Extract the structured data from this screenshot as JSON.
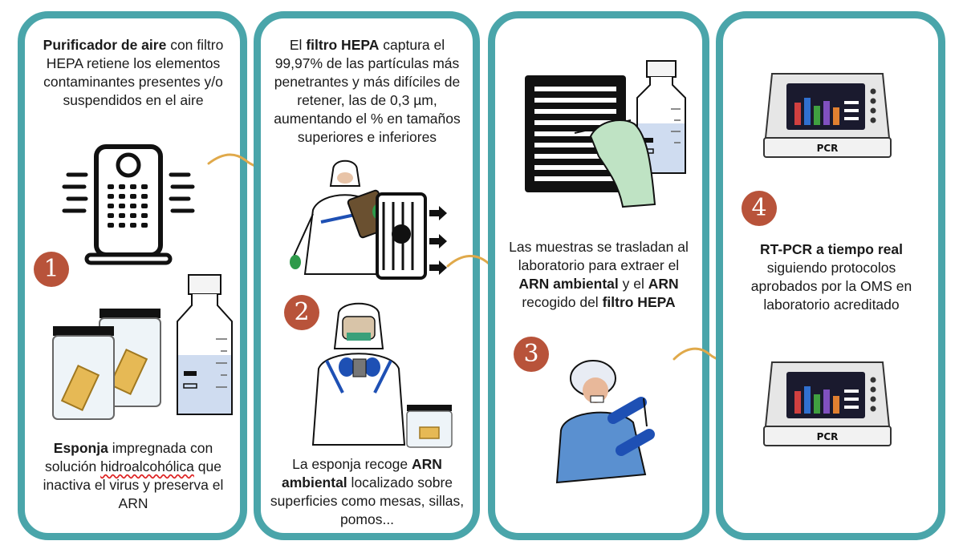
{
  "steps": [
    {
      "number": "1",
      "top_text": {
        "bold": "Purificador de aire",
        "rest": " con filtro HEPA retiene los elementos contaminantes presentes y/o suspendidos en el aire"
      },
      "bottom_text": {
        "bold": "Esponja",
        "part1": " impregnada con solución ",
        "underlined": "hidroalcohólica",
        "part2": " que inactiva el virus y preserva el ARN"
      }
    },
    {
      "number": "2",
      "top_text": {
        "pre": "El ",
        "bold": "filtro HEPA",
        "rest": " captura el 99,97% de las partículas más penetrantes y más difíciles de retener, las de 0,3 µm, aumentando el % en tamaños superiores e inferiores"
      },
      "bottom_text": {
        "pre": "La esponja recoge ",
        "bold": "ARN ambiental",
        "rest": " localizado sobre superficies como mesas, sillas, pomos..."
      }
    },
    {
      "number": "3",
      "text": {
        "pre": "Las muestras se trasladan al laboratorio para extraer el ",
        "bold1": "ARN ambiental",
        "mid": " y el ",
        "bold2": "ARN",
        "mid2": " recogido del ",
        "bold3": "filtro HEPA"
      }
    },
    {
      "number": "4",
      "text": {
        "bold": "RT-PCR a tiempo real",
        "rest": " siguiendo protocolos aprobados por la OMS en laboratorio acreditado"
      },
      "device_label": "PCR"
    }
  ],
  "colors": {
    "border": "#4aa5aa",
    "number_badge": "#b8533a",
    "arrow": "#e0a94a",
    "glove_green": "#2e9a4a",
    "glove_blue": "#1e50b4",
    "suit_blue": "#5a90d0"
  },
  "icons": [
    "air-purifier-icon",
    "ziplock-bag-icon",
    "lab-bottle-icon",
    "hazmat-worker-icon",
    "hepa-filter-icon",
    "lab-technician-icon",
    "pcr-machine-icon"
  ]
}
